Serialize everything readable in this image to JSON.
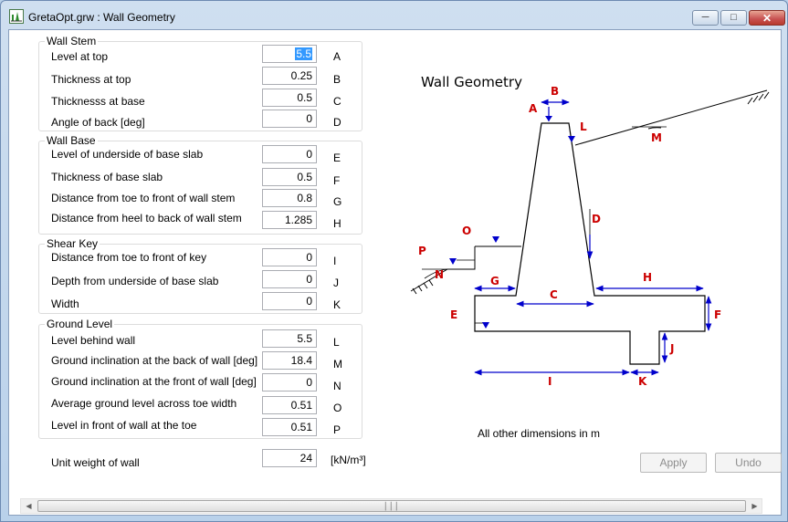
{
  "window": {
    "title": "GretaOpt.grw : Wall Geometry"
  },
  "groups": {
    "wall_stem": {
      "title": "Wall Stem",
      "rows": [
        {
          "label": "Level at top",
          "value": "5.5",
          "letter": "A"
        },
        {
          "label": "Thickness at top",
          "value": "0.25",
          "letter": "B"
        },
        {
          "label": "Thicknesss at base",
          "value": "0.5",
          "letter": "C"
        },
        {
          "label": "Angle of back [deg]",
          "value": "0",
          "letter": "D"
        }
      ]
    },
    "wall_base": {
      "title": "Wall Base",
      "rows": [
        {
          "label": "Level of underside of base slab",
          "value": "0",
          "letter": "E"
        },
        {
          "label": "Thickness of base slab",
          "value": "0.5",
          "letter": "F"
        },
        {
          "label": "Distance from toe to front of wall stem",
          "value": "0.8",
          "letter": "G"
        },
        {
          "label": "Distance from heel to back of wall stem",
          "value": "1.285",
          "letter": "H"
        }
      ]
    },
    "shear_key": {
      "title": "Shear Key",
      "rows": [
        {
          "label": "Distance from toe to front of key",
          "value": "0",
          "letter": "I"
        },
        {
          "label": "Depth from underside of base slab",
          "value": "0",
          "letter": "J"
        },
        {
          "label": "Width",
          "value": "0",
          "letter": "K"
        }
      ]
    },
    "ground_level": {
      "title": "Ground Level",
      "rows": [
        {
          "label": "Level behind wall",
          "value": "5.5",
          "letter": "L"
        },
        {
          "label": "Ground inclination at the back of wall [deg]",
          "value": "18.4",
          "letter": "M"
        },
        {
          "label": "Ground inclination at the front of wall [deg]",
          "value": "0",
          "letter": "N"
        },
        {
          "label": "Average ground level across toe width",
          "value": "0.51",
          "letter": "O"
        },
        {
          "label": "Level in front of wall at the toe",
          "value": "0.51",
          "letter": "P"
        }
      ]
    }
  },
  "unit_weight": {
    "label": "Unit weight of wall",
    "value": "24",
    "unit": "[kN/m³]"
  },
  "diagram": {
    "title": "Wall Geometry",
    "note": "All other dimensions in m",
    "labels": {
      "A": "A",
      "B": "B",
      "C": "C",
      "D": "D",
      "E": "E",
      "F": "F",
      "G": "G",
      "H": "H",
      "I": "I",
      "J": "J",
      "K": "K",
      "L": "L",
      "M": "M",
      "N": "N",
      "O": "O",
      "P": "P"
    }
  },
  "buttons": {
    "apply": "Apply",
    "undo": "Undo"
  },
  "colors": {
    "label_red": "#cc0000",
    "dimension_blue": "#0000cc"
  }
}
